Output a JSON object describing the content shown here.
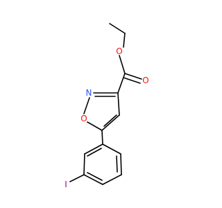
{
  "atoms": {
    "o_carbonyl": {
      "symbol": "O",
      "color": "#ff0d0d"
    },
    "o_ester": {
      "symbol": "O",
      "color": "#ff0d0d"
    },
    "n_ring": {
      "symbol": "N",
      "color": "#3050f8"
    },
    "o_ring": {
      "symbol": "O",
      "color": "#ff0d0d"
    },
    "iodine": {
      "symbol": "I",
      "color": "#940094"
    }
  }
}
